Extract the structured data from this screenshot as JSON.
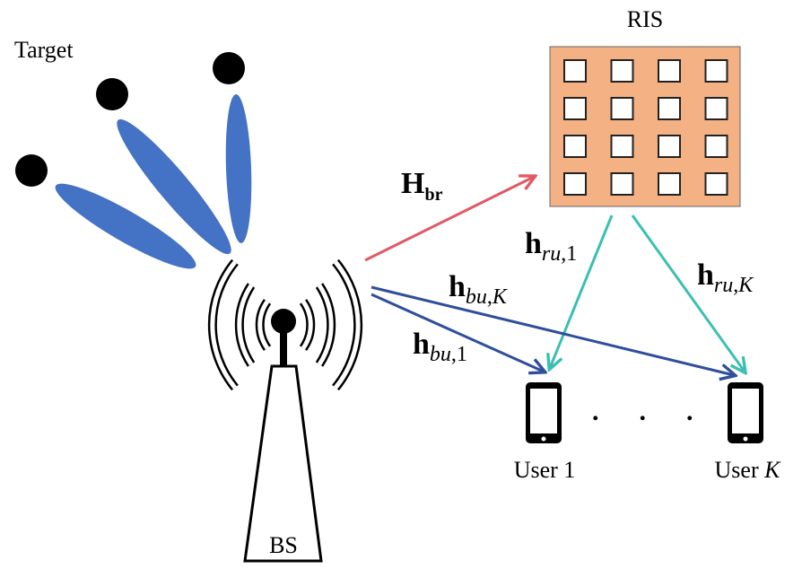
{
  "labels": {
    "target": "Target",
    "ris": "RIS",
    "bs": "BS",
    "user1": "User 1",
    "userK_prefix": "User ",
    "userK_index": "K",
    "dots": ".      .      ."
  },
  "channels": {
    "br": {
      "symbol": "H",
      "sub": "br"
    },
    "ru1": {
      "symbol": "h",
      "sub": "ru",
      "sep": ",",
      "idx": "1"
    },
    "ruK": {
      "symbol": "h",
      "sub": "ru",
      "sep": ",",
      "idx": "K"
    },
    "buK": {
      "symbol": "h",
      "sub": "bu",
      "sep": ",",
      "idx": "K"
    },
    "bu1": {
      "symbol": "h",
      "sub": "bu",
      "sep": ",",
      "idx": "1"
    }
  },
  "colors": {
    "beam": "#4472C4",
    "ris_fill": "#F4B183",
    "br_arrow": "#E05A64",
    "ru_arrow": "#3BBFB2",
    "bu_arrow": "#2F4F9C"
  }
}
